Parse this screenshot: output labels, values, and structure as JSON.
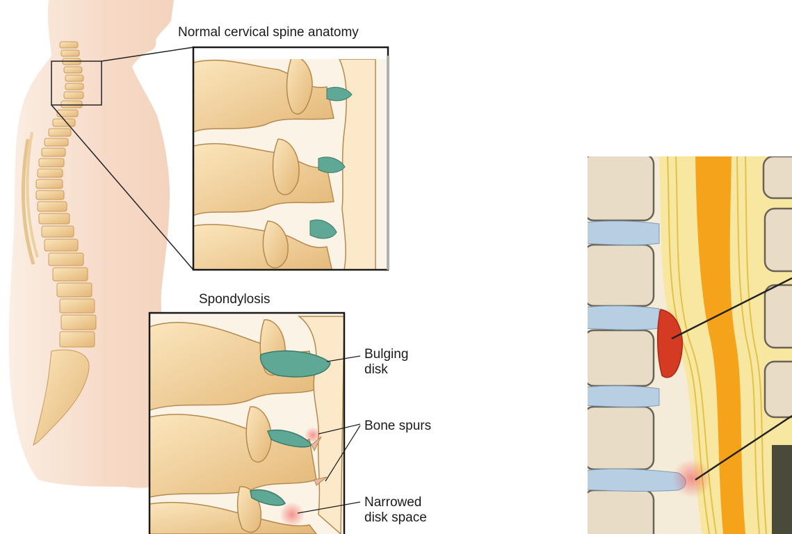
{
  "figure": {
    "normal_title": "Normal cervical spine anatomy",
    "spondylosis_title": "Spondylosis",
    "callouts": {
      "bulging": [
        "Bulging",
        "disk"
      ],
      "bone_spurs": "Bone spurs",
      "narrowed": [
        "Narrowed",
        "disk space"
      ]
    }
  },
  "colors": {
    "skin": "#f9e2d2",
    "bone": "#f0cf94",
    "disk_normal": "#5fa896",
    "disk_mri": "#b7cfe3",
    "cord": "#f5a31a",
    "herniation": "#d53a22"
  }
}
